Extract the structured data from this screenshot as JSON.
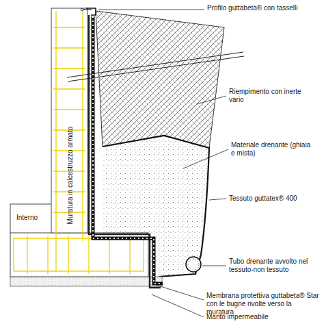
{
  "diagram": {
    "labels": [
      "Profilo guttabeta® con tasselli",
      "Riempimento con inerte vario",
      "Materiale drenante (ghiaia e mista)",
      "Tessuto guttatex® 400",
      "Tubo drenante avvolto nel tessuto-non tessuto",
      "Membrana protettiva guttabeta® Star con le bugne rivolte verso la muratura",
      "Manto impermeabile",
      "Interno",
      "Muratura in calcestruzzo armato"
    ]
  }
}
